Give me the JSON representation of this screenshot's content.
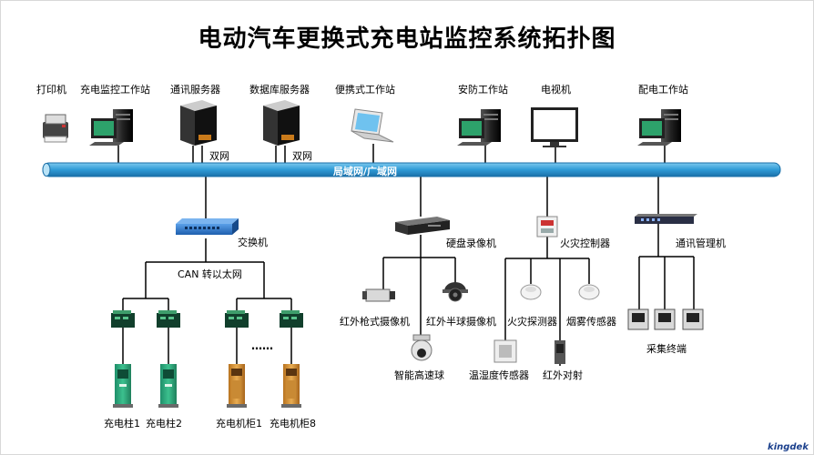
{
  "title": "电动汽车更换式充电站监控系统拓扑图",
  "bus_label": "局域网/广域网",
  "brand": "kingdek",
  "top_nodes": {
    "printer": "打印机",
    "charge_monitor": "充电监控工作站",
    "comm_server": "通讯服务器",
    "db_server": "数据库服务器",
    "portable": "便携式工作站",
    "security": "安防工作站",
    "tv": "电视机",
    "power_dist": "配电工作站",
    "dual_net_1": "双网",
    "dual_net_2": "双网"
  },
  "charging": {
    "switch": "交换机",
    "can_net": "CAN 转以太网",
    "ellipsis": "……",
    "pile1": "充电柱1",
    "pile2": "充电柱2",
    "cabinet1": "充电机柜1",
    "cabinet8": "充电机柜8"
  },
  "video": {
    "dvr": "硬盘录像机",
    "gun_cam": "红外枪式摄像机",
    "dome_cam": "红外半球摄像机",
    "speed_dome": "智能高速球"
  },
  "fire": {
    "controller": "火灾控制器",
    "detector": "火灾探测器",
    "smoke": "烟雾传感器",
    "temp_hum": "温湿度传感器",
    "ir_beam": "红外对射"
  },
  "comm_mgmt": {
    "manager": "通讯管理机",
    "terminal": "采集终端"
  }
}
